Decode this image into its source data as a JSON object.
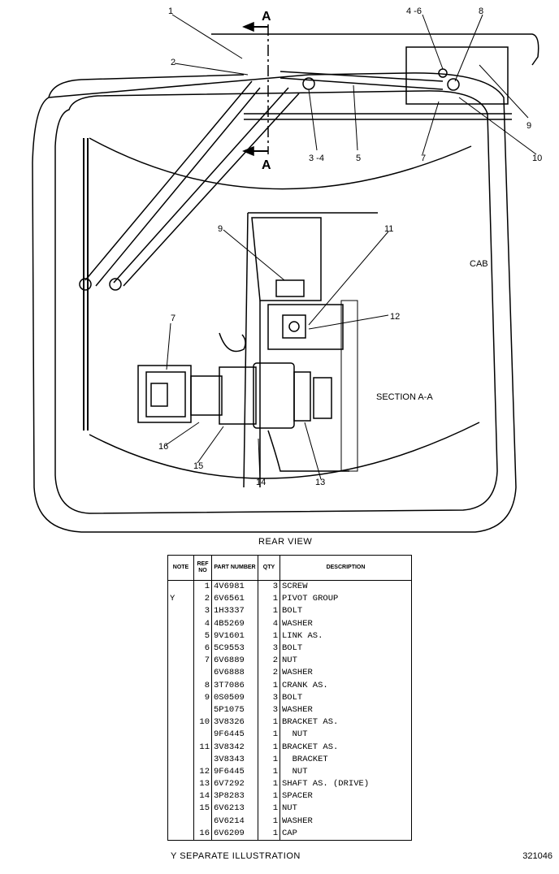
{
  "drawing": {
    "section_marker": "A",
    "section_label": "SECTION A-A",
    "cab_label": "CAB",
    "callouts": [
      "1",
      "2",
      "3 -4",
      "4 -6",
      "5",
      "7",
      "8",
      "9",
      "10",
      "9",
      "11",
      "12",
      "7",
      "16",
      "15",
      "14",
      "13"
    ]
  },
  "view_title": "REAR VIEW",
  "parts_table": {
    "headers": {
      "note": "NOTE",
      "ref": "REF NO",
      "part_number": "PART NUMBER",
      "qty": "QTY",
      "description": "DESCRIPTION"
    },
    "rows": [
      {
        "note": "",
        "ref": "1",
        "pn": "4V6981",
        "qty": "3",
        "desc": "SCREW"
      },
      {
        "note": "Y",
        "ref": "2",
        "pn": "6V6561",
        "qty": "1",
        "desc": "PIVOT GROUP"
      },
      {
        "note": "",
        "ref": "3",
        "pn": "1H3337",
        "qty": "1",
        "desc": "BOLT"
      },
      {
        "note": "",
        "ref": "4",
        "pn": "4B5269",
        "qty": "4",
        "desc": "WASHER"
      },
      {
        "note": "",
        "ref": "5",
        "pn": "9V1601",
        "qty": "1",
        "desc": "LINK AS."
      },
      {
        "note": "",
        "ref": "6",
        "pn": "5C9553",
        "qty": "3",
        "desc": "BOLT"
      },
      {
        "note": "",
        "ref": "7",
        "pn": "6V6889",
        "qty": "2",
        "desc": "NUT"
      },
      {
        "note": "",
        "ref": "",
        "pn": "6V6888",
        "qty": "2",
        "desc": "WASHER"
      },
      {
        "note": "",
        "ref": "8",
        "pn": "3T7086",
        "qty": "1",
        "desc": "CRANK AS."
      },
      {
        "note": "",
        "ref": "9",
        "pn": "0S0509",
        "qty": "3",
        "desc": "BOLT"
      },
      {
        "note": "",
        "ref": "",
        "pn": "5P1075",
        "qty": "3",
        "desc": "WASHER"
      },
      {
        "note": "",
        "ref": "10",
        "pn": "3V8326",
        "qty": "1",
        "desc": "BRACKET AS."
      },
      {
        "note": "",
        "ref": "",
        "pn": "9F6445",
        "qty": "1",
        "desc": "  NUT"
      },
      {
        "note": "",
        "ref": "11",
        "pn": "3V8342",
        "qty": "1",
        "desc": "BRACKET AS."
      },
      {
        "note": "",
        "ref": "",
        "pn": "3V8343",
        "qty": "1",
        "desc": "  BRACKET"
      },
      {
        "note": "",
        "ref": "12",
        "pn": "9F6445",
        "qty": "1",
        "desc": "  NUT"
      },
      {
        "note": "",
        "ref": "13",
        "pn": "6V7292",
        "qty": "1",
        "desc": "SHAFT AS. (DRIVE)"
      },
      {
        "note": "",
        "ref": "14",
        "pn": "3P8283",
        "qty": "1",
        "desc": "SPACER"
      },
      {
        "note": "",
        "ref": "15",
        "pn": "6V6213",
        "qty": "1",
        "desc": "NUT"
      },
      {
        "note": "",
        "ref": "",
        "pn": "6V6214",
        "qty": "1",
        "desc": "WASHER"
      },
      {
        "note": "",
        "ref": "16",
        "pn": "6V6209",
        "qty": "1",
        "desc": "CAP"
      }
    ]
  },
  "footnote": "Y   SEPARATE ILLUSTRATION",
  "figure_number": "321046"
}
